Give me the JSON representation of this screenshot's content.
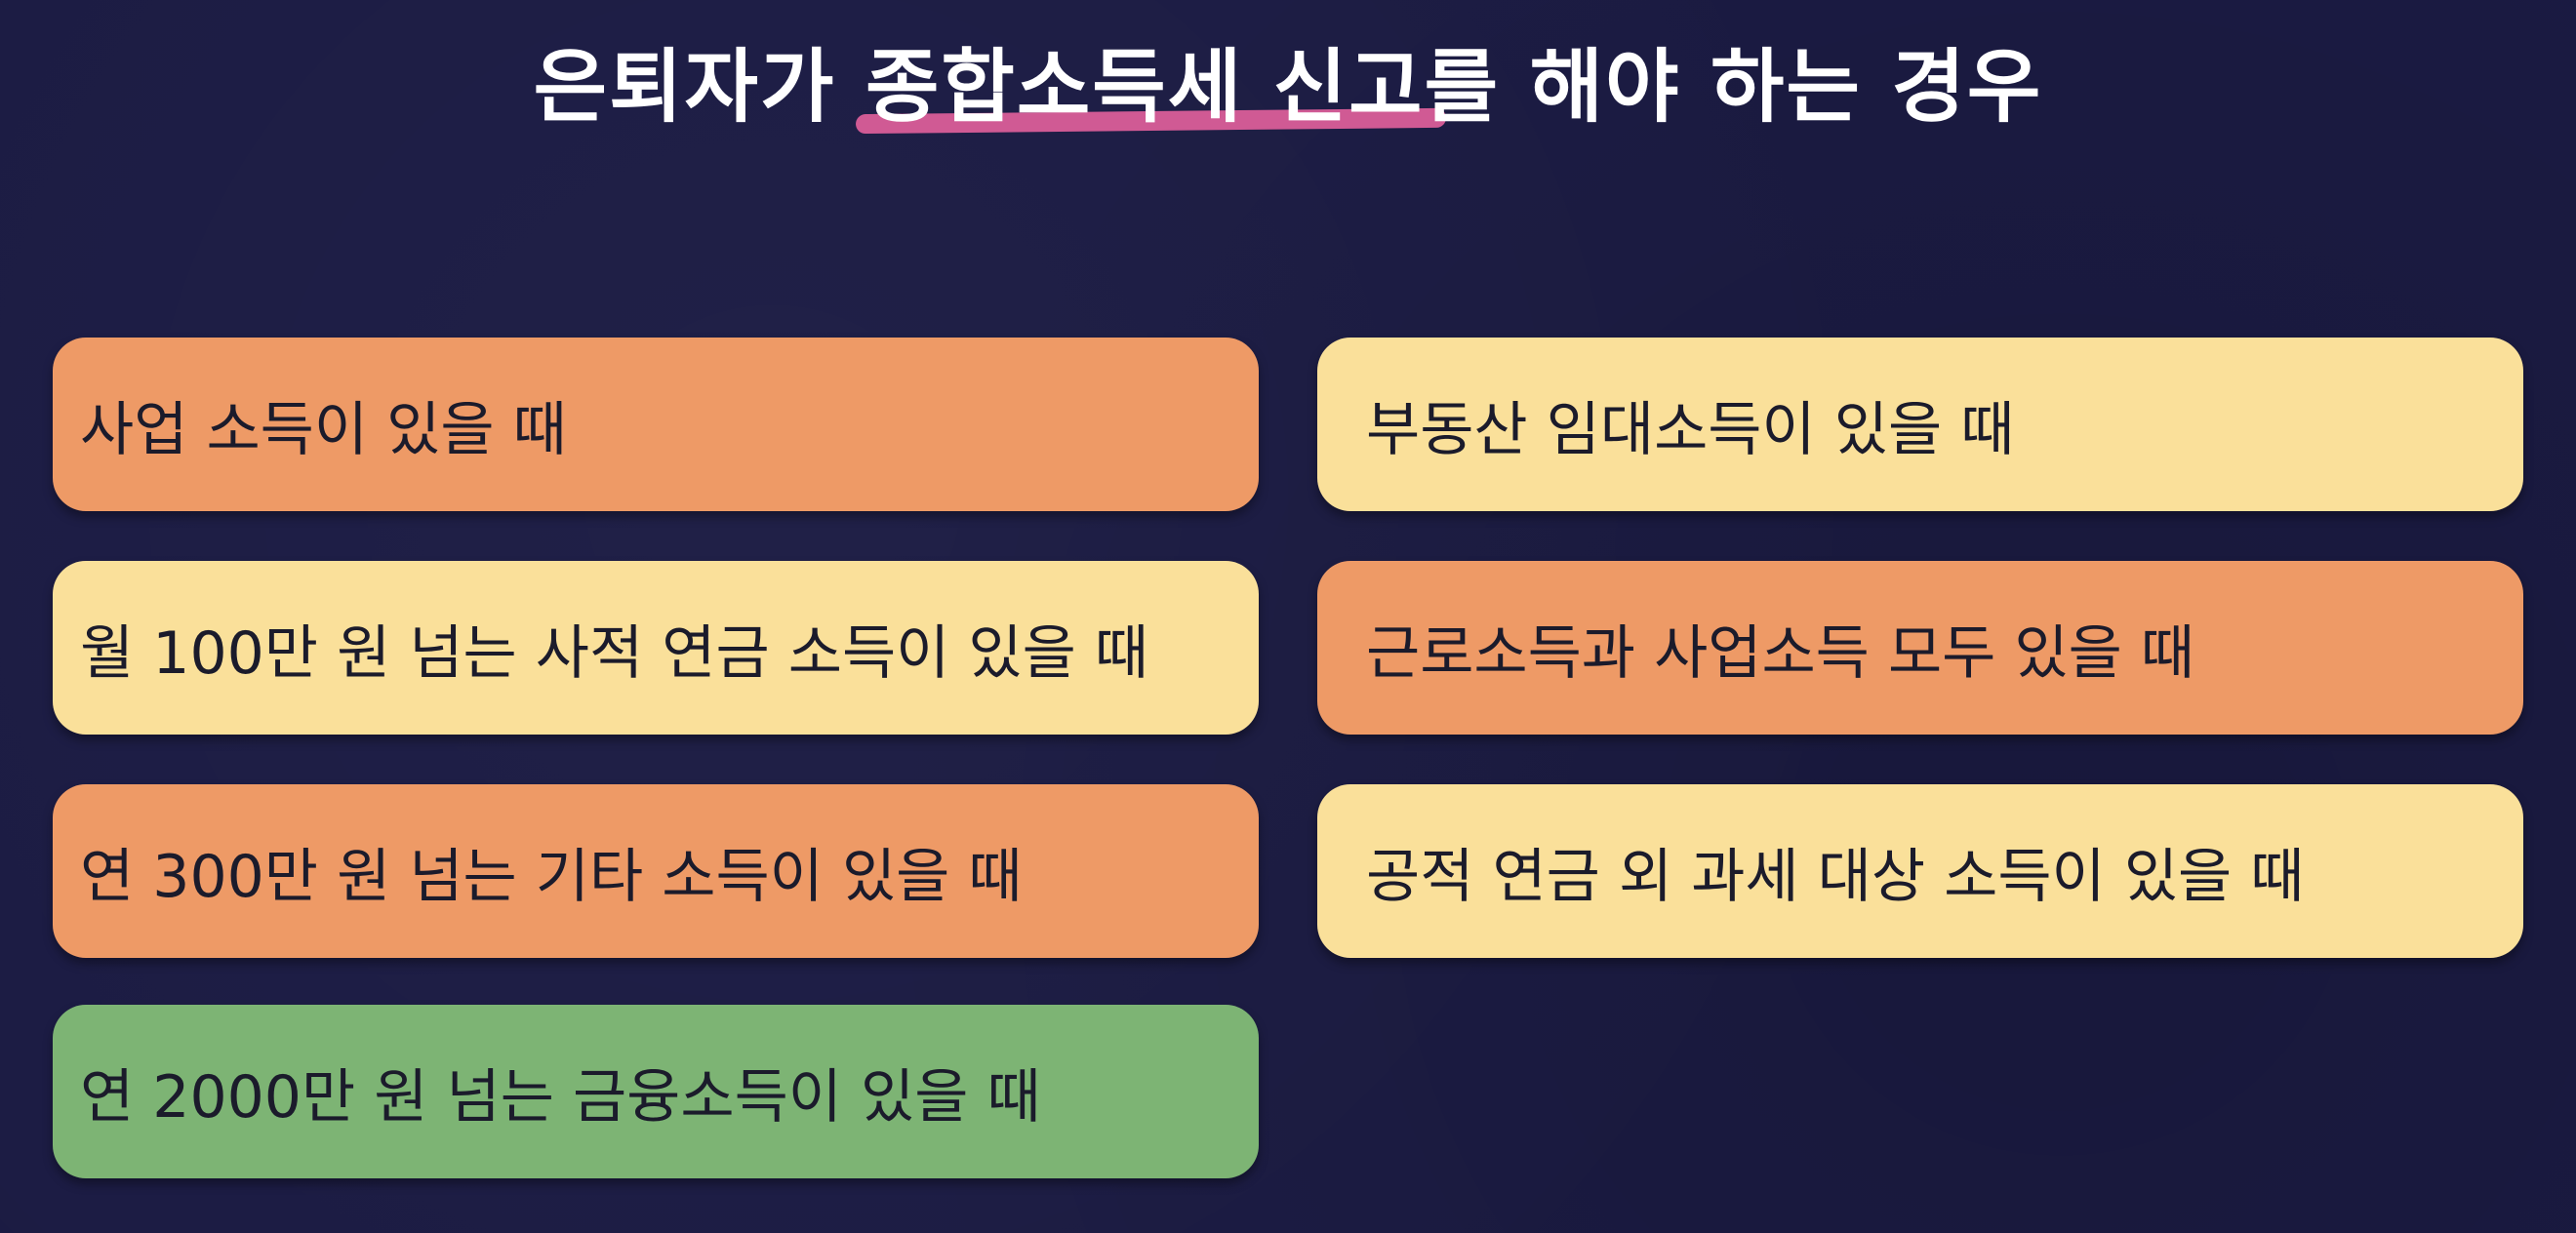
{
  "title": {
    "part1": "은퇴자가 ",
    "highlight": "종합소득세 신고",
    "part2": "를 해야 하는 경우"
  },
  "colors": {
    "background": "#1b1b43",
    "highlight_underline": "#e0609b",
    "orange": "#ee9a66",
    "yellow": "#fae09a",
    "green": "#7db474",
    "title_text": "#ffffff",
    "card_text": "#1b1b2b"
  },
  "cards": {
    "left": [
      {
        "label": "사업 소득이 있을 때",
        "color": "orange"
      },
      {
        "label": "월 100만 원 넘는 사적 연금 소득이 있을 때",
        "color": "yellow"
      },
      {
        "label": "연 300만 원 넘는 기타 소득이 있을 때",
        "color": "orange"
      },
      {
        "label": "연 2000만 원 넘는 금융소득이 있을 때",
        "color": "green"
      }
    ],
    "right": [
      {
        "label": "부동산 임대소득이 있을 때",
        "color": "yellow"
      },
      {
        "label": "근로소득과 사업소득 모두 있을 때",
        "color": "orange"
      },
      {
        "label": "공적 연금 외 과세 대상 소득이 있을 때",
        "color": "yellow"
      }
    ]
  }
}
